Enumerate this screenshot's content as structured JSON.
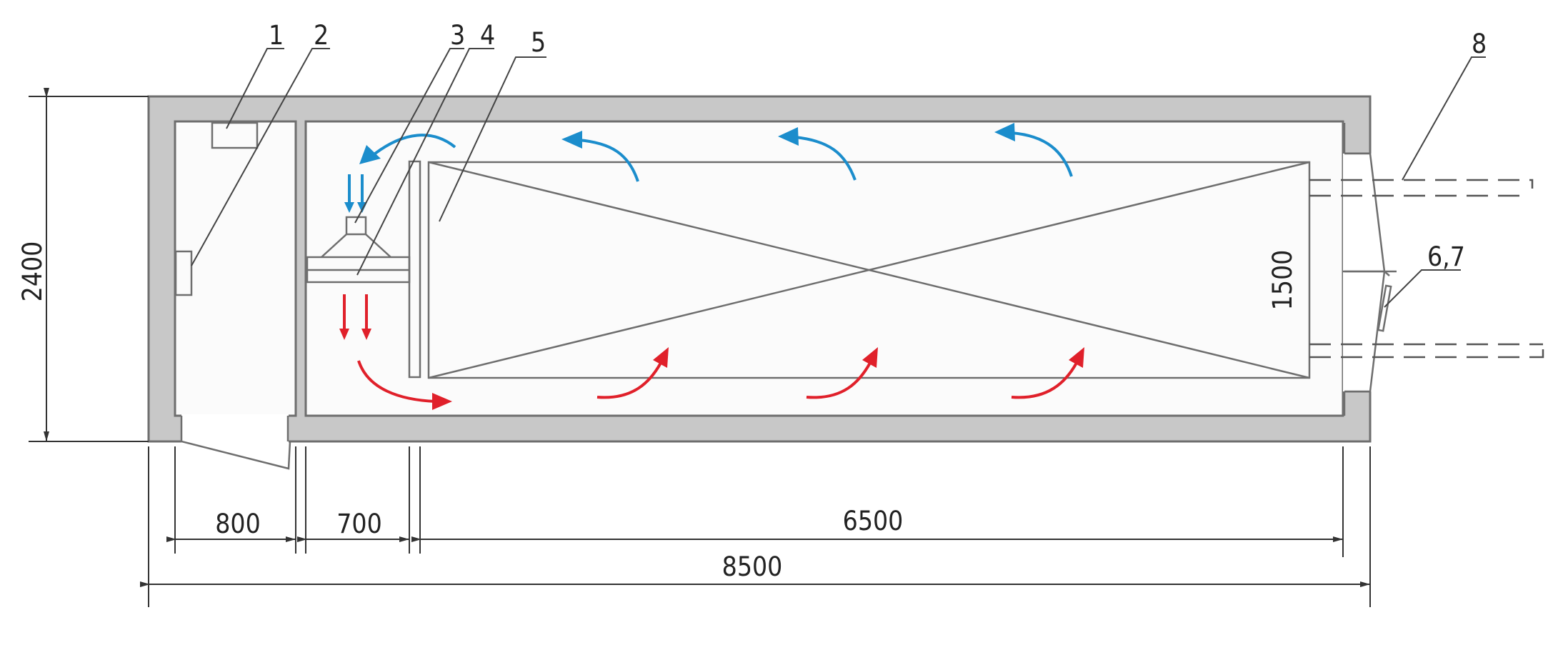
{
  "callouts": {
    "c1": "1",
    "c2": "2",
    "c3": "3",
    "c4": "4",
    "c5": "5",
    "c67": "6,7",
    "c8": "8"
  },
  "dimensions": {
    "height": "2400",
    "chamber_width": "1500",
    "room1_width": "800",
    "room2_width": "700",
    "chamber_length": "6500",
    "total_length": "8500"
  },
  "colors": {
    "wall": "#c8c8c8",
    "cold_air": "#1b8dcc",
    "hot_air": "#e0202a"
  }
}
